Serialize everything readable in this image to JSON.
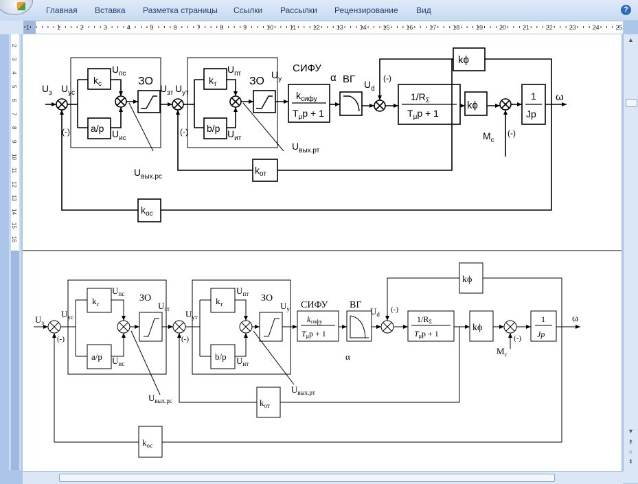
{
  "ribbon": {
    "tabs": [
      "Главная",
      "Вставка",
      "Разметка страницы",
      "Ссылки",
      "Рассылки",
      "Рецензирование",
      "Вид"
    ],
    "help": "?"
  },
  "ruler": {
    "h_numbers": [
      "1",
      "1",
      "2",
      "3",
      "4",
      "5",
      "6",
      "7",
      "8",
      "9",
      "10",
      "11",
      "12",
      "13",
      "14",
      "15",
      "16",
      "17",
      "18",
      "19",
      "20",
      "21",
      "22",
      "23",
      "24",
      "25"
    ],
    "v_numbers": [
      "2",
      "3",
      "4",
      "5",
      "6",
      "7",
      "8",
      "9",
      "10",
      "11",
      "12",
      "13",
      "14",
      "15",
      "16"
    ],
    "tab_stop": "L"
  },
  "diagram": {
    "top": {
      "u3": "U",
      "u3_sub": "з",
      "uyc": "U",
      "uyc_sub": "ус",
      "minus_left": "(-)",
      "kc": "k",
      "kc_sub": "c",
      "unc": "U",
      "unc_sub": "пс",
      "ap": "a/p",
      "uic": "U",
      "uic_sub": "ис",
      "zo1": "ЗО",
      "uzt": "U",
      "uzt_sub": "зт",
      "uyt": "U",
      "uyt_sub": "ут",
      "minus_mid": "(-)",
      "kt": "k",
      "kt_sub": "т",
      "unt": "U",
      "unt_sub": "пт",
      "bp": "b/p",
      "uit": "U",
      "uit_sub": "ит",
      "zo2": "ЗО",
      "uy": "U",
      "uy_sub": "у",
      "sifu": "СИФУ",
      "alpha": "α",
      "vg": "ВГ",
      "ud": "U",
      "ud_sub": "d",
      "minus_ud": "(-)",
      "ksifu": "k",
      "ksifu_sub": "сифу",
      "tmup": "T",
      "tmup_sub": "μ",
      "tmup_rest": "p + 1",
      "rs_num": "1/R",
      "rs_sub": "Σ",
      "rs_den": "T",
      "rs_den_sub": "μ",
      "rs_den_rest": "p + 1",
      "kphi_top": "kϕ",
      "kphi": "kϕ",
      "jp_num": "1",
      "jp_den": "Jp",
      "omega": "ω",
      "mc": "M",
      "mc_sub": "c",
      "minus_mc": "(-)",
      "uvyx_rt": "U",
      "uvyx_rt_sub": "вых.рт",
      "uvyx_rc": "U",
      "uvyx_rc_sub": "вых.рс",
      "kot": "k",
      "kot_sub": "от",
      "koc": "k",
      "koc_sub": "ос"
    },
    "bottom": {
      "u3": "U",
      "u3_sub": "з",
      "uyc": "U",
      "uyc_sub": "ус",
      "minus_left": "(-)",
      "kc": "k",
      "kc_sub": "c",
      "unc": "U",
      "unc_sub": "пс",
      "ap": "a/p",
      "uic": "U",
      "uic_sub": "ис",
      "zo1": "ЗО",
      "uzt": "U",
      "uzt_sub": "зт",
      "uyt": "U",
      "uyt_sub": "ут",
      "minus_mid": "(-)",
      "kt": "k",
      "kt_sub": "т",
      "unt": "U",
      "unt_sub": "пт",
      "bp": "b/p",
      "uit": "U",
      "uit_sub": "ит",
      "zo2": "ЗО",
      "uy": "U",
      "uy_sub": "у",
      "sifu": "СИФУ",
      "alpha": "α",
      "vg": "ВГ",
      "ud": "U",
      "ud_sub": "d",
      "minus_ud": "(-)",
      "ksifu": "k",
      "ksifu_sub": "сифу",
      "tmup": "T",
      "tmup_sub": "μ",
      "tmup_rest": "p + 1",
      "rs_num": "1/R",
      "rs_sub": "Σ",
      "rs_den": "T",
      "rs_den_sub": "μ",
      "rs_den_rest": "p + 1",
      "kphi_top": "kϕ",
      "kphi": "kϕ",
      "jp_num": "1",
      "jp_den": "Jp",
      "omega": "ω",
      "mc": "M",
      "mc_sub": "c",
      "minus_mc": "(-)",
      "uvyx_rt": "U",
      "uvyx_rt_sub": "вых.рт",
      "uvyx_rc": "U",
      "uvyx_rc_sub": "вых.рс",
      "kot": "k",
      "kot_sub": "от",
      "koc": "k",
      "koc_sub": "ос"
    }
  },
  "scroll": {
    "up": "▲",
    "down": "▼",
    "prev": "⇞",
    "browse": "○",
    "next": "⇟"
  },
  "colors": {
    "ribbon_text": "#1f3f72",
    "frame": "#abc6e8",
    "ink": "#000000"
  }
}
